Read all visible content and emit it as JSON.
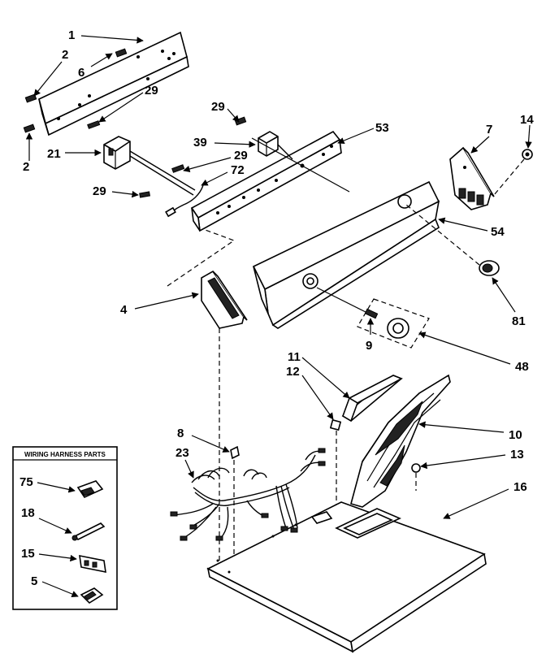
{
  "callouts": {
    "c1": "1",
    "c2a": "2",
    "c2b": "2",
    "c6": "6",
    "c29a": "29",
    "c21": "21",
    "c29b": "29",
    "c39": "39",
    "c29c": "29",
    "c72": "72",
    "c29d": "29",
    "c53": "53",
    "c7": "7",
    "c14": "14",
    "c54": "54",
    "c81": "81",
    "c4": "4",
    "c9": "9",
    "c48": "48",
    "c11": "11",
    "c12": "12",
    "c10": "10",
    "c8": "8",
    "c23": "23",
    "c13": "13",
    "c16": "16",
    "c75": "75",
    "c18": "18",
    "c15": "15",
    "c5": "5"
  },
  "inset": {
    "title": "WIRING HARNESS PARTS"
  }
}
